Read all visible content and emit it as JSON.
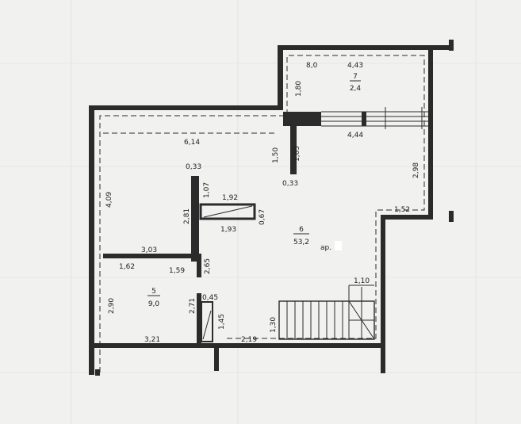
{
  "rooms": [
    {
      "number": "7",
      "area": "2,4"
    },
    {
      "number": "6",
      "area": "53,2"
    },
    {
      "number": "5",
      "area": "9,0"
    }
  ],
  "note": "ар.",
  "dimensions": {
    "top_8_0": "8,0",
    "top_4_43": "4,43",
    "v_1_80": "1,80",
    "h_4_44": "4,44",
    "h_6_14": "6,14",
    "v_1_50": "1,50",
    "v_1_65": "1,65",
    "h_0_33_a": "0,33",
    "h_0_33_b": "0,33",
    "v_1_07": "1,07",
    "h_1_92": "1,92",
    "v_0_67": "0,67",
    "v_2_81": "2,81",
    "h_1_93": "1,93",
    "v_4_09": "4,09",
    "v_2_98": "2,98",
    "h_1_52": "1,52",
    "h_3_03": "3,03",
    "h_1_62": "1,62",
    "h_1_59": "1,59",
    "v_2_65": "2,65",
    "h_1_10": "1,10",
    "h_0_45": "0,45",
    "v_2_71": "2,71",
    "v_2_90": "2,90",
    "v_1_45": "1,45",
    "v_1_30": "1,30",
    "h_3_21": "3,21",
    "h_2_19": "2,19"
  }
}
